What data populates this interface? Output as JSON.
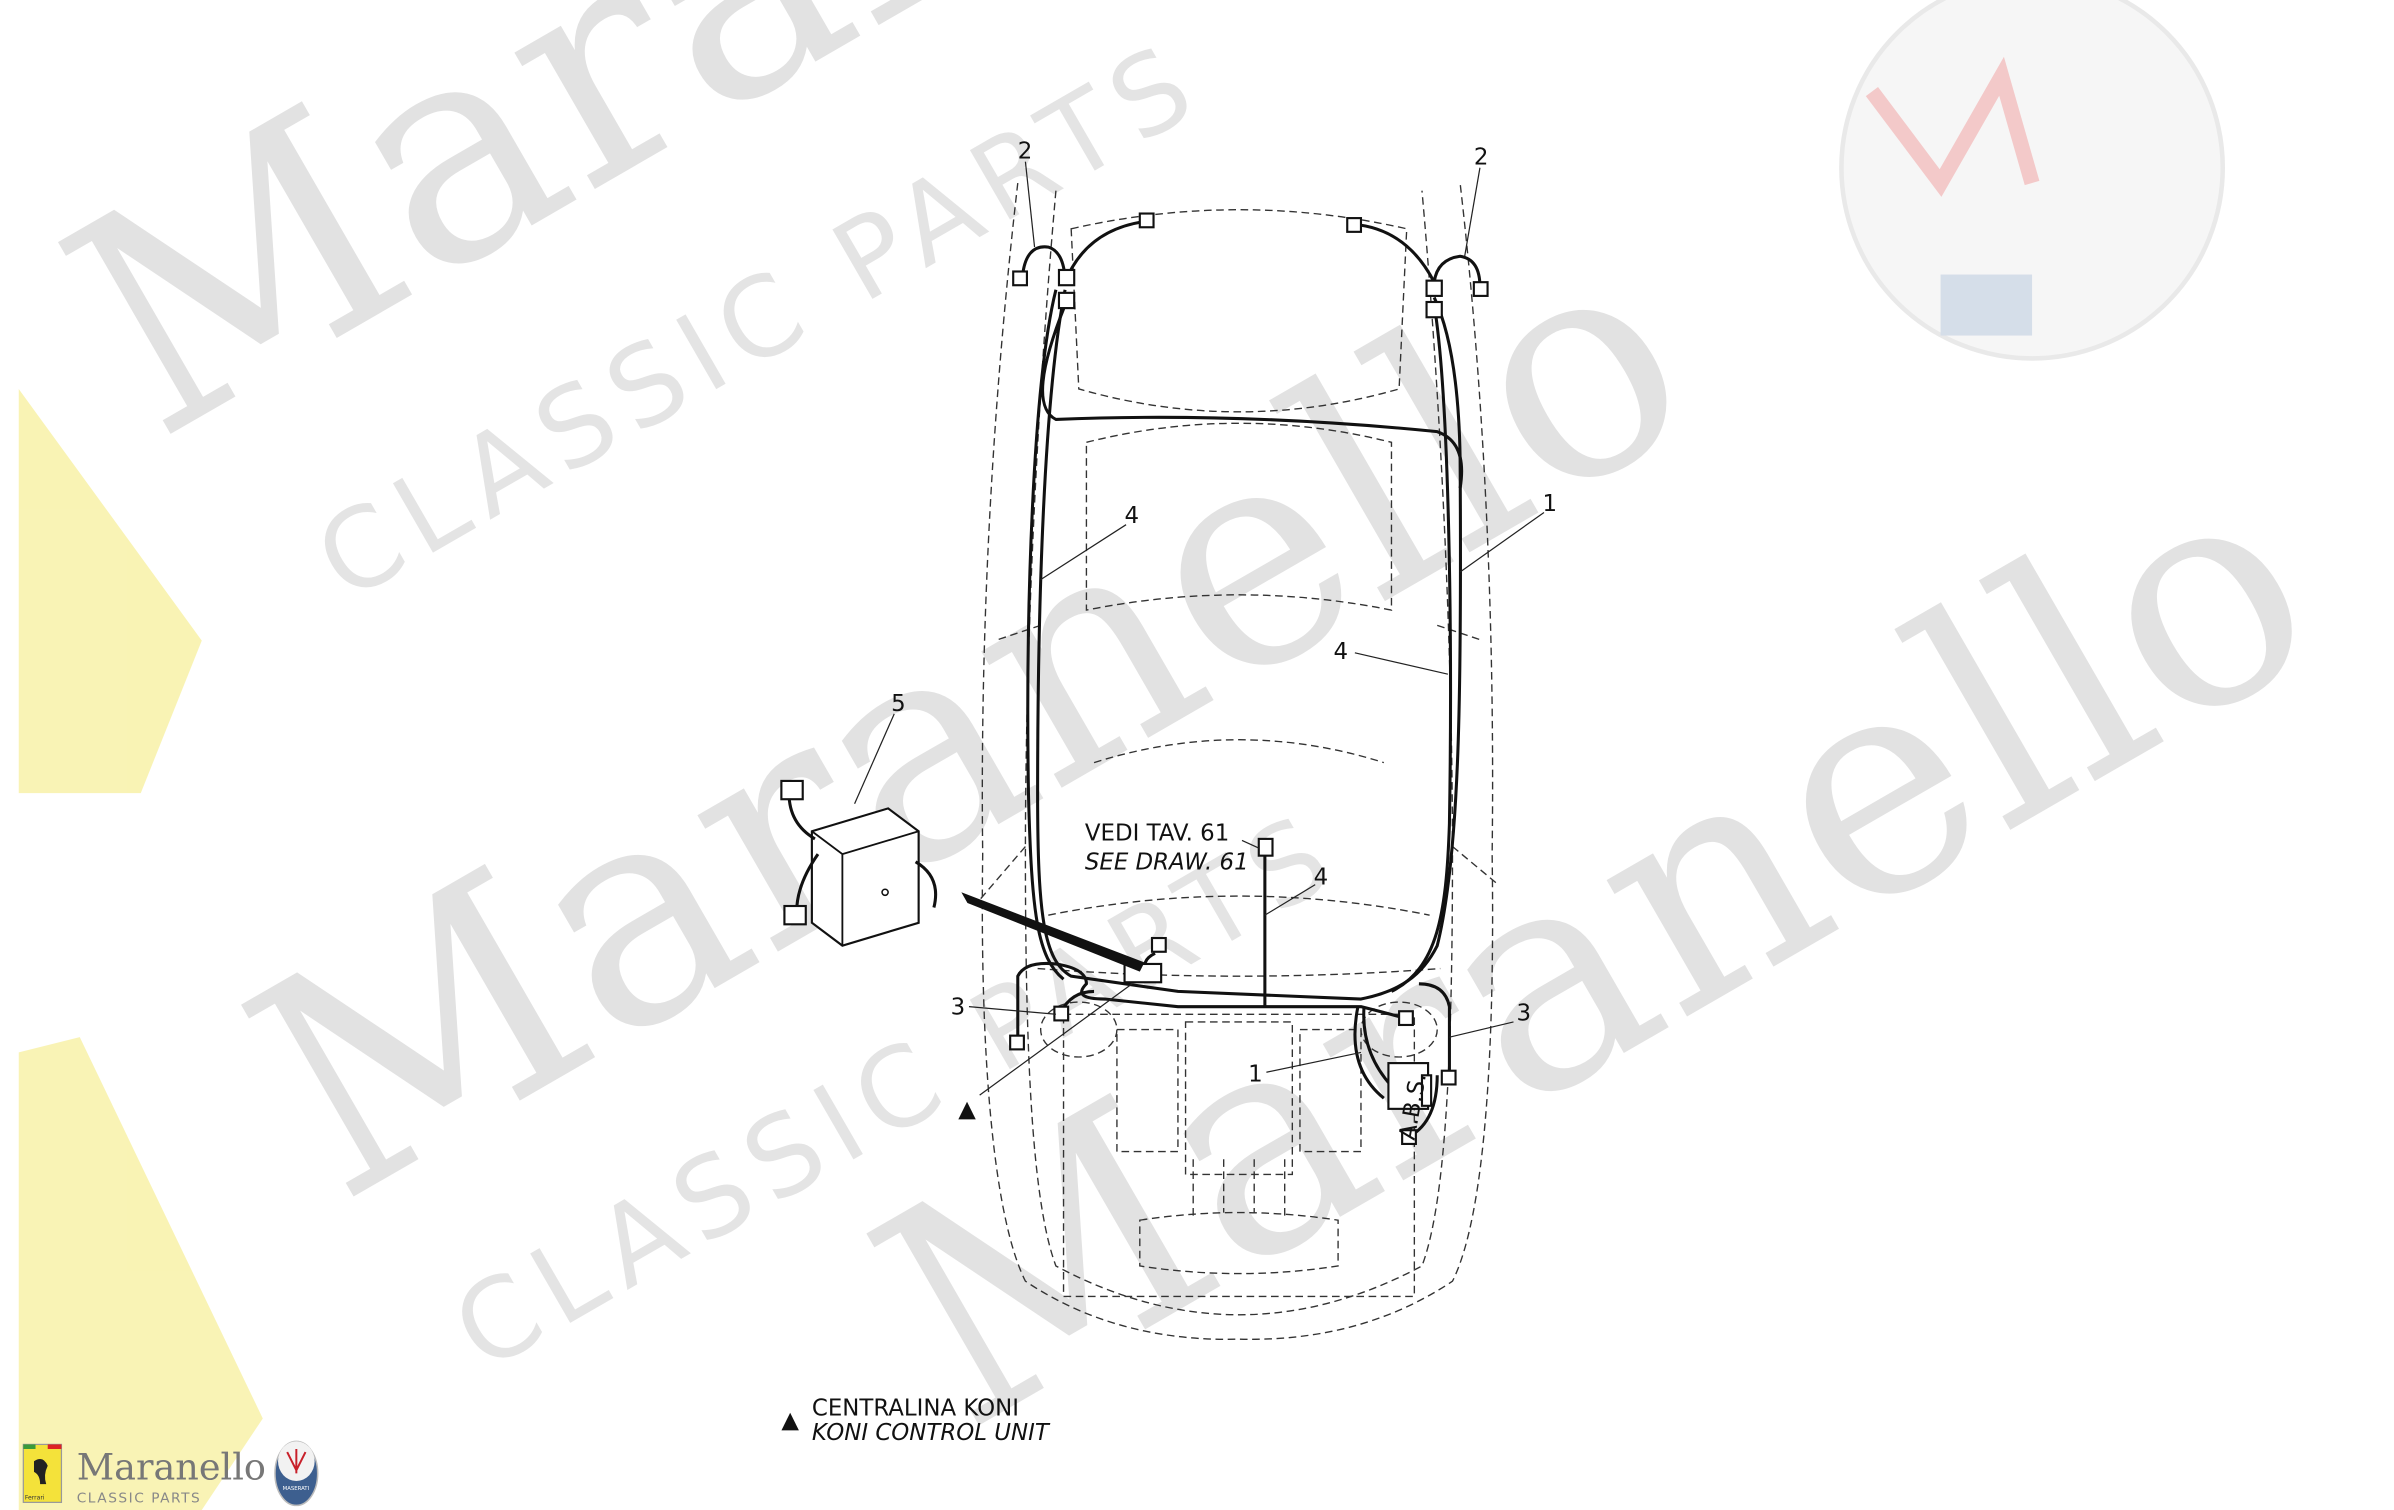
{
  "watermark": {
    "brand": "Maranello",
    "tagline": "CLASSIC PARTS"
  },
  "callouts": {
    "c1a": "1",
    "c1b": "1",
    "c2a": "2",
    "c2b": "2",
    "c3a": "3",
    "c3b": "3",
    "c4a": "4",
    "c4b": "4",
    "c4c": "4",
    "c5": "5"
  },
  "see_drawing": {
    "italian": "VEDI TAV. 61",
    "english": "SEE DRAW. 61"
  },
  "abs_label": "A.B.S.",
  "legend": {
    "symbol": "▲",
    "italian": "CENTRALINA KONI",
    "english": "KONI CONTROL UNIT"
  },
  "logo": {
    "name": "Maranello",
    "subtitle": "CLASSIC PARTS",
    "badge_text": "Ferrari",
    "maserati_text": "MASERATI"
  },
  "colors": {
    "ferrari_yellow": "#f4e23a",
    "maserati_blue": "#3d5f8f",
    "maserati_red": "#c8202a",
    "watermark_gray": "#d9d9d9"
  }
}
